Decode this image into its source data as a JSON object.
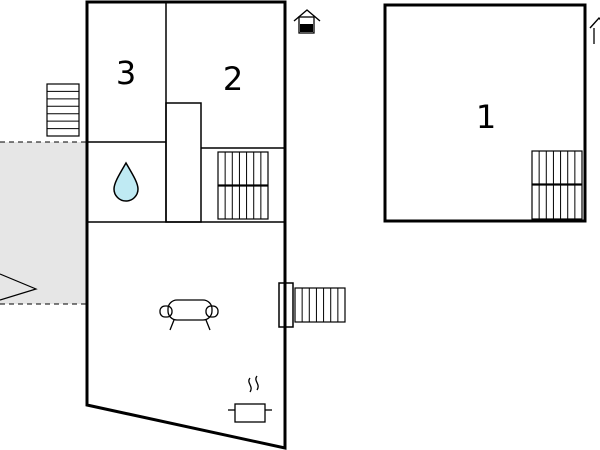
{
  "rooms": {
    "room_1": {
      "label": "1"
    },
    "room_2": {
      "label": "2"
    },
    "room_3": {
      "label": "3"
    }
  },
  "icons": {
    "bathroom": "water-drop-icon",
    "living": "sofa-icon",
    "kitchen": "cooking-pot-icon",
    "entrance": "house-entrance-icon"
  },
  "colors": {
    "walls": "#000000",
    "terrace": "#e6e6e6",
    "water_drop": "#bfeaf3",
    "background": "#ffffff"
  }
}
